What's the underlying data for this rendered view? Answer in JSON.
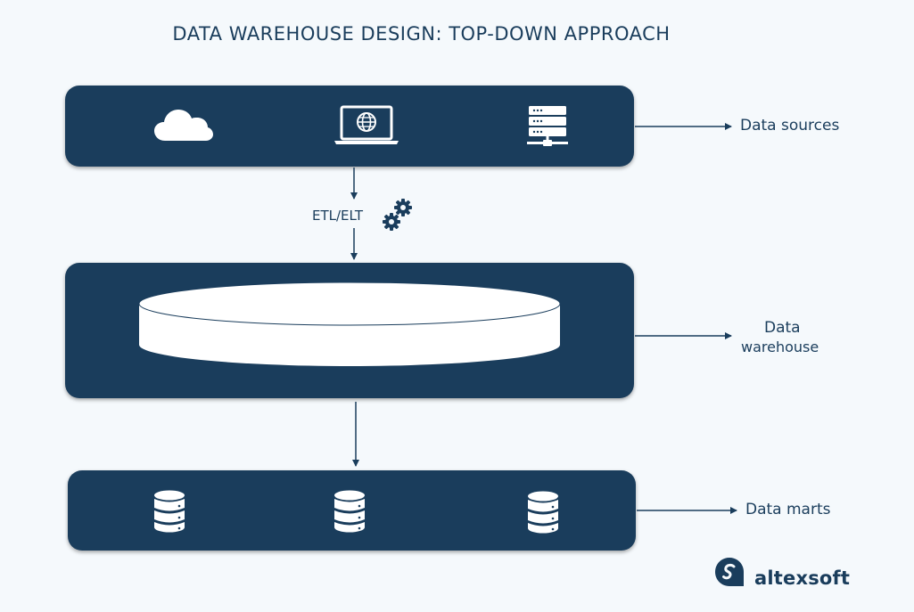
{
  "title": "DATA WAREHOUSE DESIGN: TOP-DOWN APPROACH",
  "labels": {
    "data_sources": "Data sources",
    "data_warehouse_line1": "Data",
    "data_warehouse_line2": "warehouse",
    "data_marts": "Data marts",
    "etl": "ETL/ELT"
  },
  "brand": "altexsoft",
  "icons": {
    "sources": [
      "cloud-icon",
      "laptop-globe-icon",
      "server-icon"
    ],
    "process": "gears-icon",
    "warehouse": "cylinder-icon",
    "marts": [
      "database-icon",
      "database-icon",
      "database-icon"
    ],
    "brand": "altexsoft-logo-icon"
  },
  "colors": {
    "panel": "#1a3d5c",
    "background": "#f5f9fc",
    "icon": "#ffffff"
  }
}
